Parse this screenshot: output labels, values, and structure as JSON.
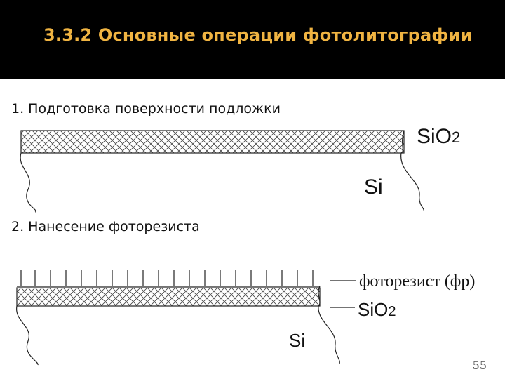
{
  "header": {
    "title": "3.3.2 Основные операции фотолитографии",
    "title_color": "#f0b442",
    "background_color": "#000000"
  },
  "steps": [
    {
      "label": "1. Подготовка поверхности подложки",
      "layers": {
        "oxide_label": "SiO",
        "oxide_subscript": "2",
        "substrate_label": "Si"
      }
    },
    {
      "label": "2. Нанесение фоторезиста",
      "layers": {
        "resist_label": "фоторезист (фр)",
        "oxide_label": "SiO",
        "oxide_subscript": "2",
        "substrate_label": "Si"
      }
    }
  ],
  "page_number": "55"
}
